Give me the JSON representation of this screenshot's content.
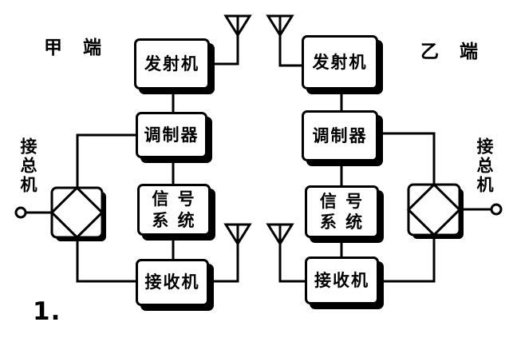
{
  "figure_number": "1.",
  "colors": {
    "ink": "#000000",
    "paper": "#ffffff"
  },
  "left_station": {
    "end_label": "甲 端",
    "transmitter_label": "发射机",
    "modulator_label": "调制器",
    "signal_system_line1": "信 号",
    "signal_system_line2": "系 统",
    "receiver_label": "接收机",
    "switchboard_label": "接总机"
  },
  "right_station": {
    "end_label": "乙 端",
    "transmitter_label": "发射机",
    "modulator_label": "调制器",
    "signal_system_line1": "信 号",
    "signal_system_line2": "系 统",
    "receiver_label": "接收机",
    "switchboard_label": "接总机"
  }
}
